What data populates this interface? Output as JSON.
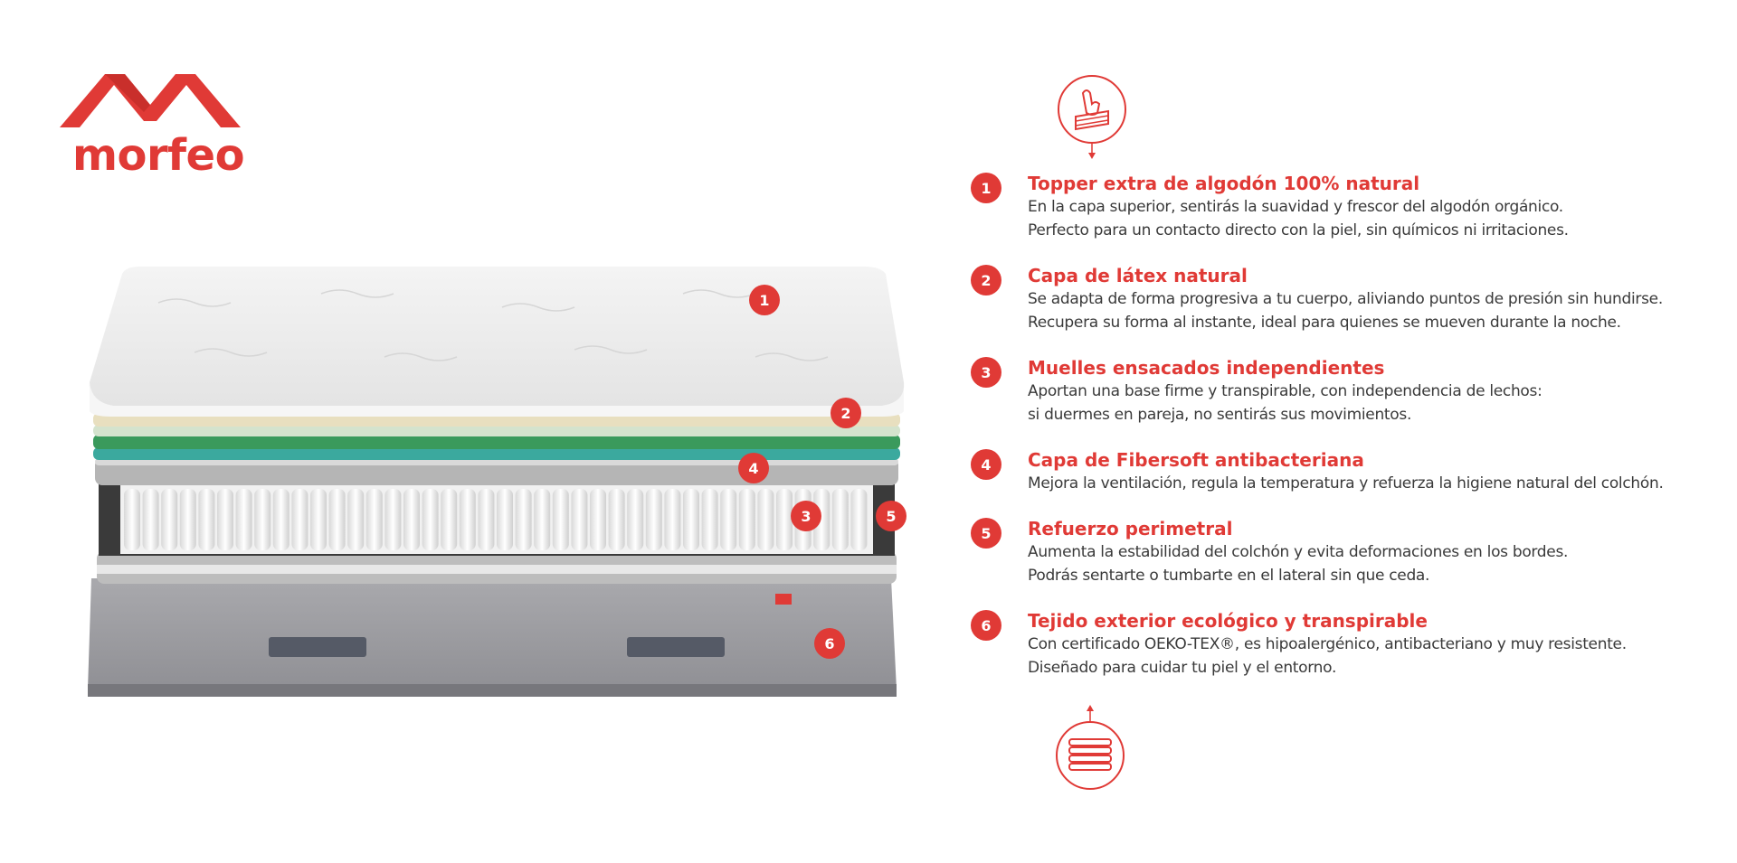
{
  "brand": {
    "name": "morfeo",
    "color": "#e03a36"
  },
  "icons": {
    "top": "hand-press-layers-icon",
    "bottom": "layered-mattress-icon"
  },
  "markers": [
    "1",
    "2",
    "4",
    "3",
    "5",
    "6"
  ],
  "features": [
    {
      "number": "1",
      "title": "Topper extra de algodón 100% natural",
      "line1": "En la capa superior, sentirás la suavidad y frescor del algodón orgánico.",
      "line2": "Perfecto para un contacto directo con la piel, sin químicos ni irritaciones."
    },
    {
      "number": "2",
      "title": "Capa de látex natural",
      "line1": "Se adapta de forma progresiva a tu cuerpo, aliviando puntos de presión sin hundirse.",
      "line2": "Recupera su forma al instante, ideal para quienes se mueven durante la noche."
    },
    {
      "number": "3",
      "title": "Muelles ensacados independientes",
      "line1": "Aportan una base firme y transpirable, con independencia de lechos:",
      "line2": "si duermes en pareja, no sentirás sus movimientos."
    },
    {
      "number": "4",
      "title": "Capa de Fibersoft antibacteriana",
      "line1": "Mejora la ventilación, regula la temperatura y refuerza la higiene natural del colchón.",
      "line2": ""
    },
    {
      "number": "5",
      "title": "Refuerzo perimetral",
      "line1": "Aumenta la estabilidad del colchón y evita deformaciones en los bordes.",
      "line2": "Podrás sentarte o tumbarte en el lateral sin que ceda."
    },
    {
      "number": "6",
      "title": "Tejido exterior ecológico y transpirable",
      "line1": "Con certificado OEKO-TEX®, es hipoalergénico, antibacteriano y muy resistente.",
      "line2": "Diseñado para cuidar tu piel y el entorno."
    }
  ]
}
